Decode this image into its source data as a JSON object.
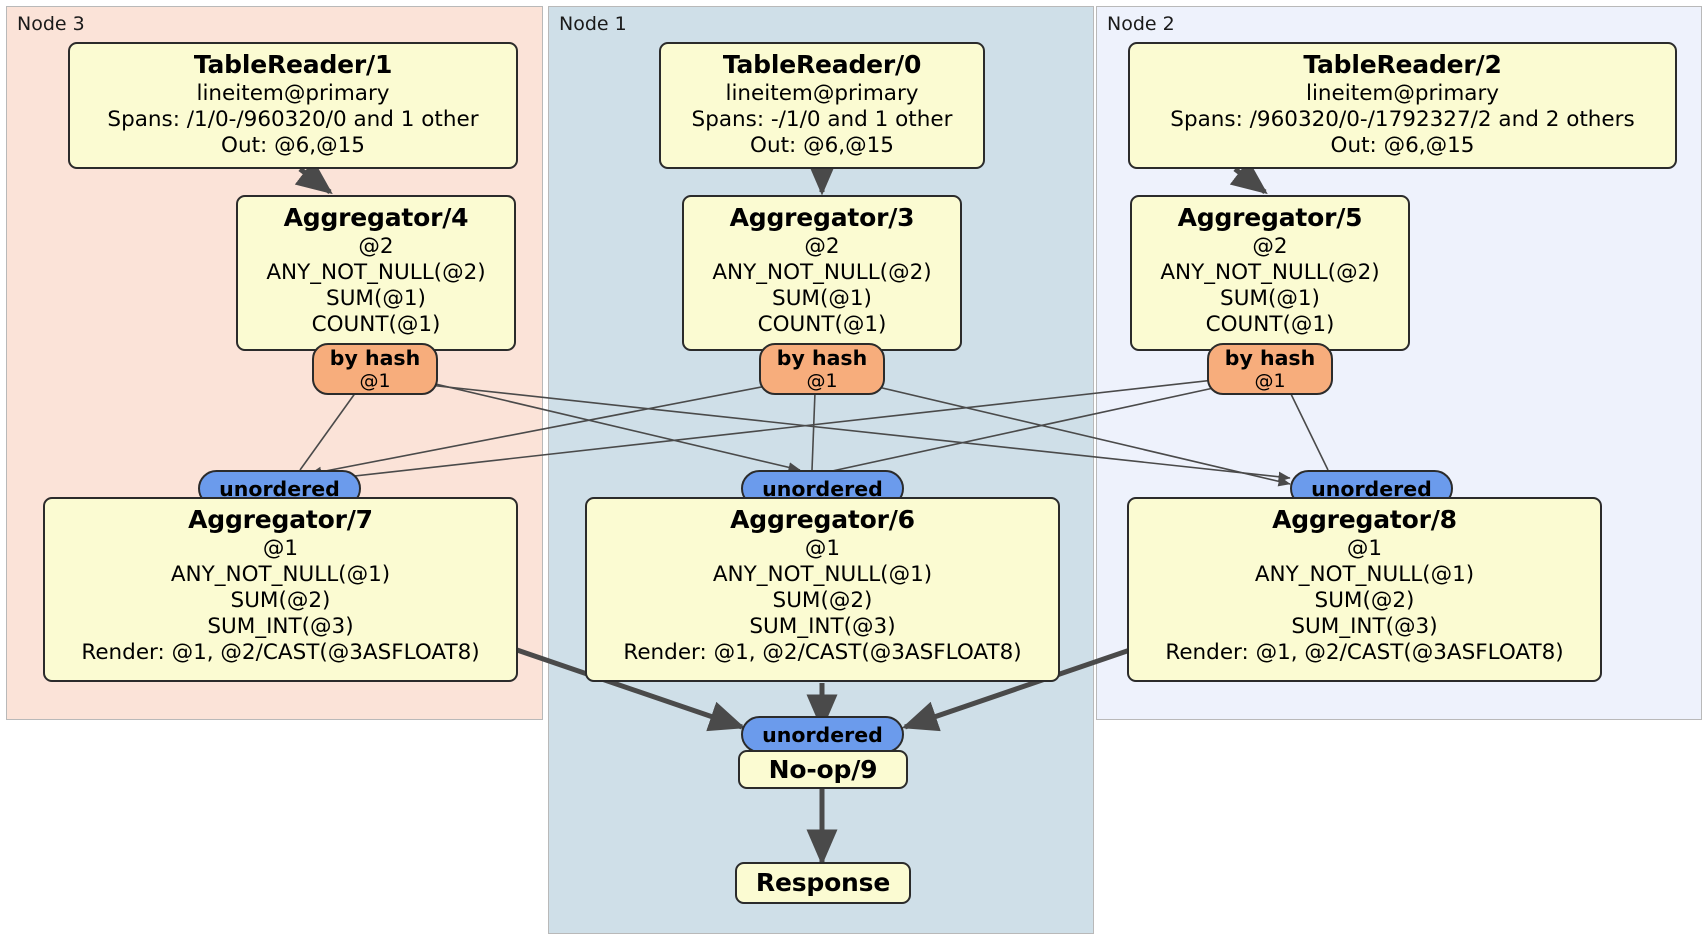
{
  "diagram": {
    "type": "distributed-query-plan",
    "title": "Distributed SQL physical plan",
    "colors": {
      "node3_region": "#fbe3d8",
      "node1_region": "#cfdfe8",
      "node2_region": "#eef2fc",
      "processor_box": "#fbfbd2",
      "hash_router": "#f7ad7c",
      "unordered_router": "#6b9bec",
      "edge": "#4a4a4a",
      "border": "#2b2b2b"
    }
  },
  "regions": [
    {
      "id": "node3",
      "label": "Node 3"
    },
    {
      "id": "node1",
      "label": "Node 1"
    },
    {
      "id": "node2",
      "label": "Node 2"
    }
  ],
  "nodes": {
    "tablereader1": {
      "title": "TableReader/1",
      "lines": [
        "lineitem@primary",
        "Spans: /1/0-/960320/0 and 1 other",
        "Out: @6,@15"
      ]
    },
    "tablereader0": {
      "title": "TableReader/0",
      "lines": [
        "lineitem@primary",
        "Spans: -/1/0 and 1 other",
        "Out: @6,@15"
      ]
    },
    "tablereader2": {
      "title": "TableReader/2",
      "lines": [
        "lineitem@primary",
        "Spans: /960320/0-/1792327/2 and 2 others",
        "Out: @6,@15"
      ]
    },
    "aggregator4": {
      "title": "Aggregator/4",
      "lines": [
        "@2",
        "ANY_NOT_NULL(@2)",
        "SUM(@1)",
        "COUNT(@1)"
      ]
    },
    "aggregator3": {
      "title": "Aggregator/3",
      "lines": [
        "@2",
        "ANY_NOT_NULL(@2)",
        "SUM(@1)",
        "COUNT(@1)"
      ]
    },
    "aggregator5": {
      "title": "Aggregator/5",
      "lines": [
        "@2",
        "ANY_NOT_NULL(@2)",
        "SUM(@1)",
        "COUNT(@1)"
      ]
    },
    "aggregator7": {
      "title": "Aggregator/7",
      "lines": [
        "@1",
        "ANY_NOT_NULL(@1)",
        "SUM(@2)",
        "SUM_INT(@3)",
        "Render: @1, @2/CAST(@3ASFLOAT8)"
      ]
    },
    "aggregator6": {
      "title": "Aggregator/6",
      "lines": [
        "@1",
        "ANY_NOT_NULL(@1)",
        "SUM(@2)",
        "SUM_INT(@3)",
        "Render: @1, @2/CAST(@3ASFLOAT8)"
      ]
    },
    "aggregator8": {
      "title": "Aggregator/8",
      "lines": [
        "@1",
        "ANY_NOT_NULL(@1)",
        "SUM(@2)",
        "SUM_INT(@3)",
        "Render: @1, @2/CAST(@3ASFLOAT8)"
      ]
    },
    "noop9": {
      "title": "No-op/9"
    },
    "response": {
      "title": "Response"
    }
  },
  "routers": {
    "hash_left": {
      "label": "by hash",
      "sub": "@1"
    },
    "hash_mid": {
      "label": "by hash",
      "sub": "@1"
    },
    "hash_right": {
      "label": "by hash",
      "sub": "@1"
    },
    "unordered_left": {
      "label": "unordered"
    },
    "unordered_mid": {
      "label": "unordered"
    },
    "unordered_right": {
      "label": "unordered"
    },
    "unordered_final": {
      "label": "unordered"
    }
  }
}
